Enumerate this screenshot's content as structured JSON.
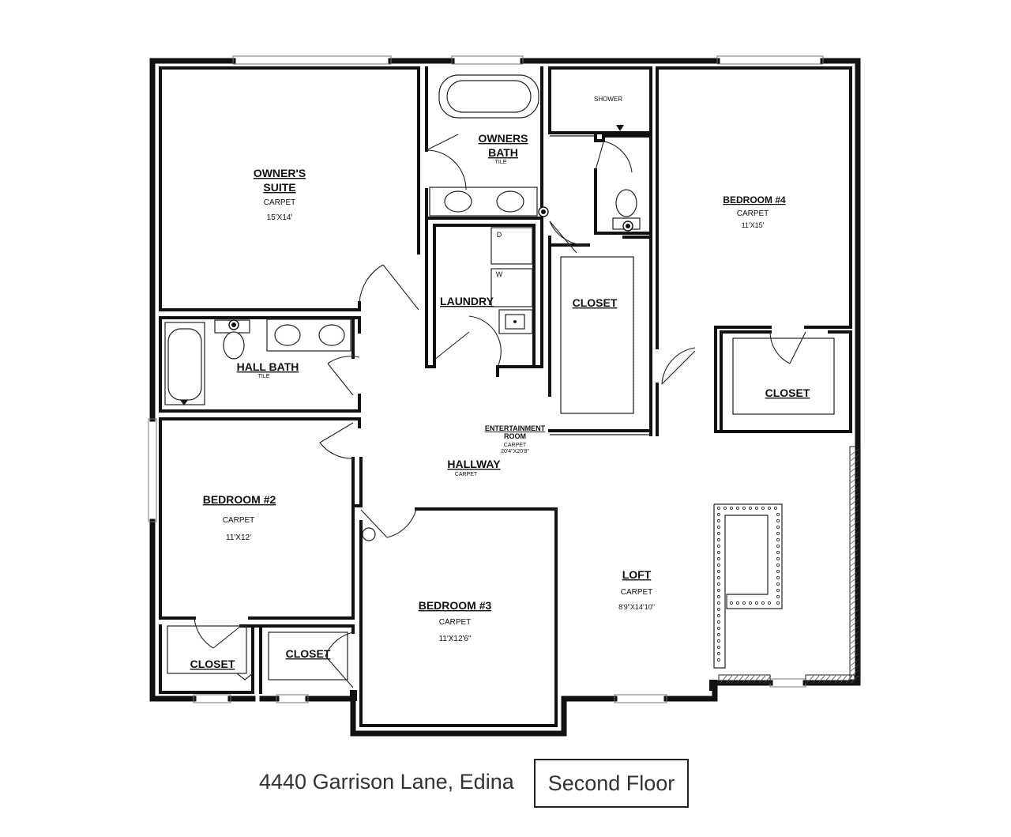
{
  "rooms": {
    "owners_suite": {
      "name_line1": "OWNER'S",
      "name_line2": "SUITE",
      "floor": "CARPET",
      "size": "15'X14'"
    },
    "owners_bath": {
      "name_line1": "OWNERS",
      "name_line2": "BATH",
      "floor": "TILE"
    },
    "shower": {
      "name": "SHOWER"
    },
    "bedroom4": {
      "name": "BEDROOM #4",
      "floor": "CARPET",
      "size": "11'X15'"
    },
    "laundry": {
      "name": "LAUNDRY"
    },
    "closet_center": {
      "name": "CLOSET"
    },
    "closet_right": {
      "name": "CLOSET"
    },
    "hall_bath": {
      "name": "HALL BATH",
      "floor": "TILE"
    },
    "entertainment": {
      "name_line1": "ENTERTAINMENT",
      "name_line2": "ROOM",
      "floor": "CARPET",
      "size": "20'4\"X20'8\""
    },
    "hallway": {
      "name": "HALLWAY",
      "floor": "CARPET"
    },
    "bedroom2": {
      "name": "BEDROOM #2",
      "floor": "CARPET",
      "size": "11'X12'"
    },
    "bedroom3": {
      "name": "BEDROOM #3",
      "floor": "CARPET",
      "size": "11'X12'6\""
    },
    "loft": {
      "name": "LOFT",
      "floor": "CARPET",
      "size": "8'9\"X14'10\""
    },
    "closet_bl1": {
      "name": "CLOSET"
    },
    "closet_bl2": {
      "name": "CLOSET"
    }
  },
  "appliances": {
    "dryer": "D",
    "washer": "W"
  },
  "caption": {
    "address": "4440 Garrison Lane, Edina",
    "floor_label": "Second Floor"
  }
}
